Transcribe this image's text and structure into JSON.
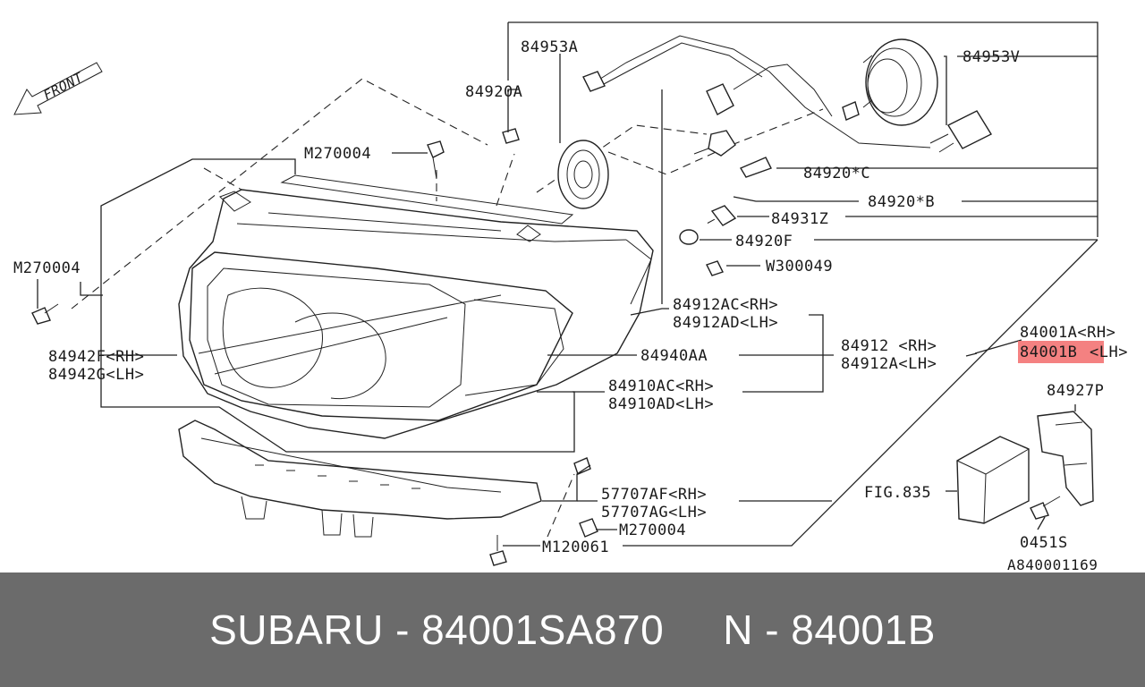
{
  "diagram": {
    "front_label": "FRONT",
    "highlight_color": "#f26b6b",
    "labels": {
      "l84953A": "84953A",
      "l84920A": "84920A",
      "lM270004_top": "M270004",
      "l84953V": "84953V",
      "l84920C": "84920*C",
      "l84920B": "84920*B",
      "l84931Z": "84931Z",
      "l84920F": "84920F",
      "lW300049": "W300049",
      "lM270004_left": "M270004",
      "l84912AC": "84912AC<RH>",
      "l84912AD": "84912AD<LH>",
      "l84001A": "84001A<RH>",
      "l84001B_code": "84001B",
      "l84001B_side": "<LH>",
      "l84942F": "84942F<RH>",
      "l84942G": "84942G<LH>",
      "l84940AA": "84940AA",
      "l84912": "84912 <RH>",
      "l84912A": "84912A<LH>",
      "l84910AC": "84910AC<RH>",
      "l84910AD": "84910AD<LH>",
      "l84927P": "84927P",
      "lFIG835": "FIG.835",
      "l57707AF": "57707AF<RH>",
      "l57707AG": "57707AG<LH>",
      "lM270004_bottom": "M270004",
      "lM120061": "M120061",
      "l0451S": "0451S",
      "lA840001169": "A840001169"
    }
  },
  "footer": {
    "brand_part": "SUBARU - 84001SA870",
    "catalog_part": "N - 84001B"
  }
}
